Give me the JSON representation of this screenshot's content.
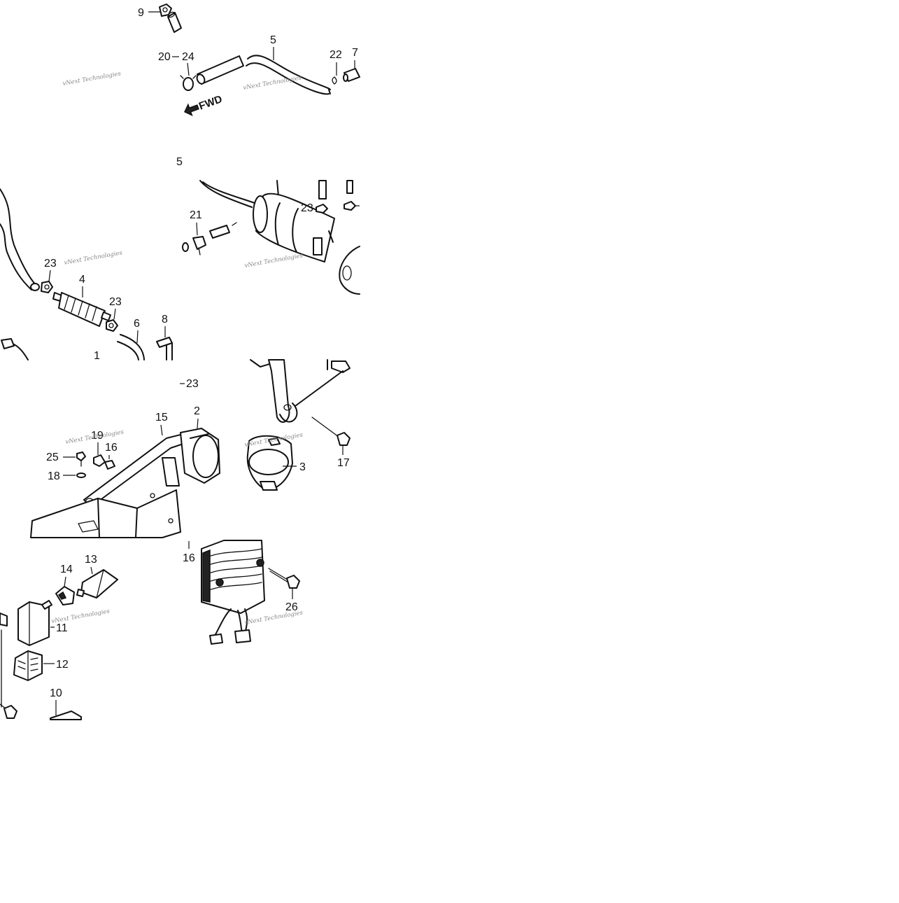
{
  "diagram": {
    "callouts": {
      "c9": "9",
      "c20": "20",
      "c24": "24",
      "c5": "5",
      "c22": "22",
      "c7": "7",
      "c21": "21",
      "c23a": "23",
      "c23b": "23",
      "c4": "4",
      "c23c": "23",
      "c6": "6",
      "c8": "8",
      "c1": "1",
      "c23d": "23",
      "c15": "15",
      "c2": "2",
      "c19": "19",
      "c16a": "16",
      "c25": "25",
      "c18": "18",
      "c3": "3",
      "c17": "17",
      "c16b": "16",
      "c13": "13",
      "c14": "14",
      "c11": "11",
      "c12": "12",
      "c26": "26",
      "c10": "10"
    },
    "direction_label": "FWD",
    "watermark_text": "vNext Technologies"
  }
}
